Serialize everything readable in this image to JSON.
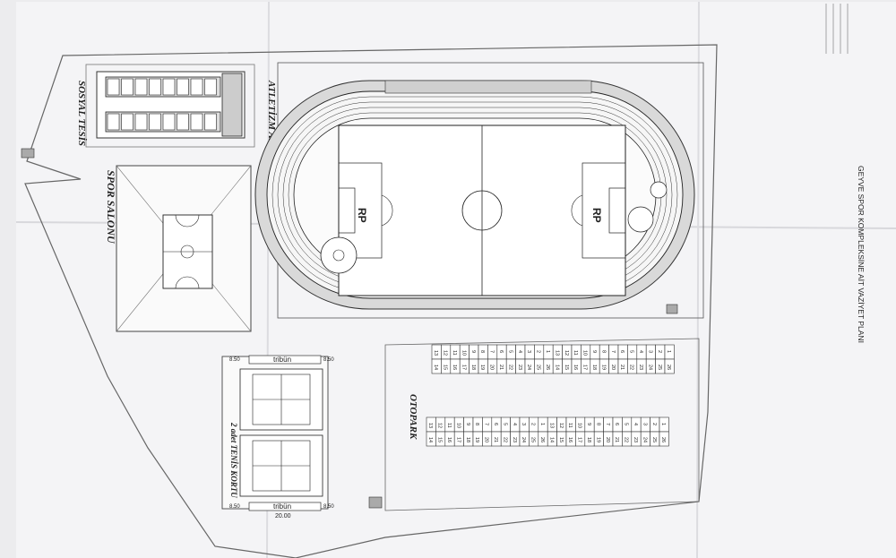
{
  "sheet": {
    "title": "GEYVE SPOR KOMPLEKSİNE AİT VAZİYET PLANI",
    "sections": {
      "social": "SOSYAL TESİS",
      "sports_hall": "SPOR SALONU",
      "athletics_field": "ATLETİZM ALANLI FUTBOL SAHASI",
      "tennis": "2 adet TENİS KORTU",
      "parking": "OTOPARK"
    },
    "tribune_label": "tribün",
    "dims": {
      "side_left": "8.50",
      "side_right": "8.50",
      "court_width": "20.00"
    },
    "penalty_labels": {
      "left": "RP",
      "right": "RP"
    },
    "parking_rows": {
      "top_upper": [
        "13",
        "12",
        "11",
        "10",
        "9",
        "8",
        "7",
        "6",
        "5",
        "4",
        "3",
        "2",
        "1",
        "13",
        "12",
        "11",
        "10",
        "9",
        "8",
        "7",
        "6",
        "5",
        "4",
        "3",
        "2",
        "1"
      ],
      "top_lower": [
        "14",
        "15",
        "16",
        "17",
        "18",
        "19",
        "20",
        "21",
        "22",
        "23",
        "24",
        "25",
        "26",
        "14",
        "15",
        "16",
        "17",
        "18",
        "19",
        "20",
        "21",
        "22",
        "23",
        "24",
        "25",
        "26"
      ],
      "bottom_upper": [
        "13",
        "12",
        "11",
        "10",
        "9",
        "8",
        "7",
        "6",
        "5",
        "4",
        "3",
        "2",
        "1",
        "13",
        "12",
        "11",
        "10",
        "9",
        "8",
        "7",
        "6",
        "5",
        "4",
        "3",
        "2",
        "1"
      ],
      "bottom_lower": [
        "14",
        "15",
        "16",
        "17",
        "18",
        "19",
        "20",
        "21",
        "22",
        "23",
        "24",
        "25",
        "26",
        "14",
        "15",
        "16",
        "17",
        "18",
        "19",
        "20",
        "21",
        "22",
        "23",
        "24",
        "25",
        "26"
      ]
    }
  }
}
